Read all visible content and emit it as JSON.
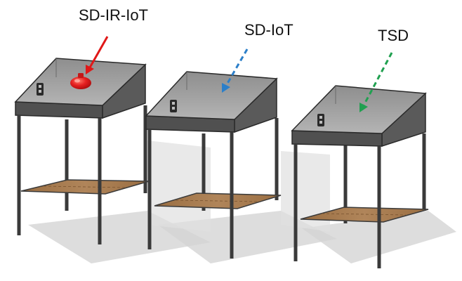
{
  "labels": {
    "sd_ir_iot": "SD-IR-IoT",
    "sd_iot": "SD-IoT",
    "tsd": "TSD"
  },
  "colors": {
    "arrow_red": "#e01818",
    "arrow_blue": "#2c7fc9",
    "arrow_green": "#20a050",
    "cover_glass": "#9a9a9a",
    "frame_dark": "#4a4a4a",
    "legs": "#3a3a3a",
    "shelf_wood": "#a4784a",
    "shadow": "#cfcfcf",
    "lamp": "#e52020"
  },
  "icons": {
    "lamp": "red-infrared-lamp-icon",
    "sensor": "sensor-module-icon"
  }
}
